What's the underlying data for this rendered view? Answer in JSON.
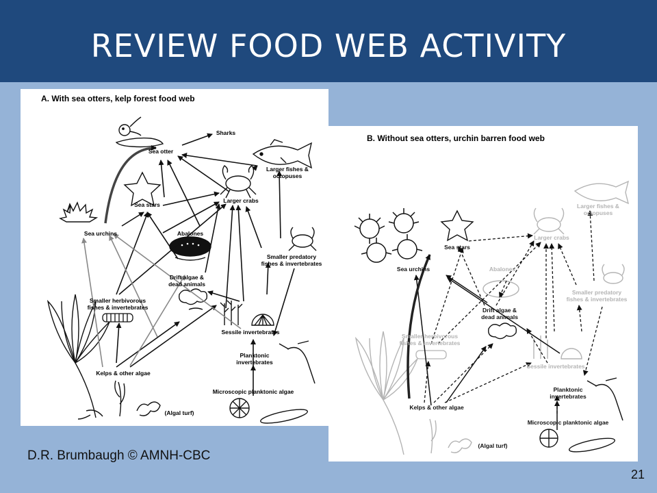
{
  "slide": {
    "title": "REVIEW FOOD WEB ACTIVITY",
    "credit": "D.R. Brumbaugh © AMNH-CBC",
    "page_number": "21"
  },
  "panel_a": {
    "heading": "A.  With sea otters, kelp forest food web",
    "nodes": {
      "sea_otter": "Sea otter",
      "sharks": "Sharks",
      "larger_fishes_1": "Larger fishes &",
      "larger_fishes_2": "octopuses",
      "sea_stars": "Sea stars",
      "larger_crabs": "Larger crabs",
      "sea_urchins": "Sea urchins",
      "abalones": "Abalones",
      "smaller_predatory_1": "Smaller predatory",
      "smaller_predatory_2": "fishes & invertebrates",
      "drift_algae_1": "Drift algae &",
      "drift_algae_2": "dead animals",
      "smaller_herbivorous_1": "Smaller herbivorous",
      "smaller_herbivorous_2": "fishes & invertebrates",
      "sessile": "Sessile invertebrates",
      "planktonic_1": "Planktonic",
      "planktonic_2": "invertebrates",
      "kelps": "Kelps & other algae",
      "microscopic": "Microscopic planktonic algae",
      "algal_turf": "(Algal turf)"
    }
  },
  "panel_b": {
    "heading": "B.  Without sea otters, urchin barren food web",
    "nodes": {
      "sea_stars": "Sea stars",
      "larger_crabs": "Larger crabs",
      "larger_fishes_1": "Larger fishes &",
      "larger_fishes_2": "octopuses",
      "sea_urchins": "Sea urchins",
      "abalones": "Abalones",
      "smaller_predatory_1": "Smaller predatory",
      "smaller_predatory_2": "fishes & invertebrates",
      "drift_algae_1": "Drift algae &",
      "drift_algae_2": "dead animals",
      "smaller_herbivorous_1": "Smaller herbivorous",
      "smaller_herbivorous_2": "fishes & invertebrates",
      "sessile": "Sessile invertebrates",
      "planktonic_1": "Planktonic",
      "planktonic_2": "invertebrates",
      "kelps": "Kelps & other algae",
      "microscopic": "Microscopic planktonic algae",
      "algal_turf": "(Algal turf)"
    }
  },
  "colors": {
    "title_bar": "#1f497d",
    "background": "#95b3d7",
    "faded": "#b4b4b4"
  }
}
